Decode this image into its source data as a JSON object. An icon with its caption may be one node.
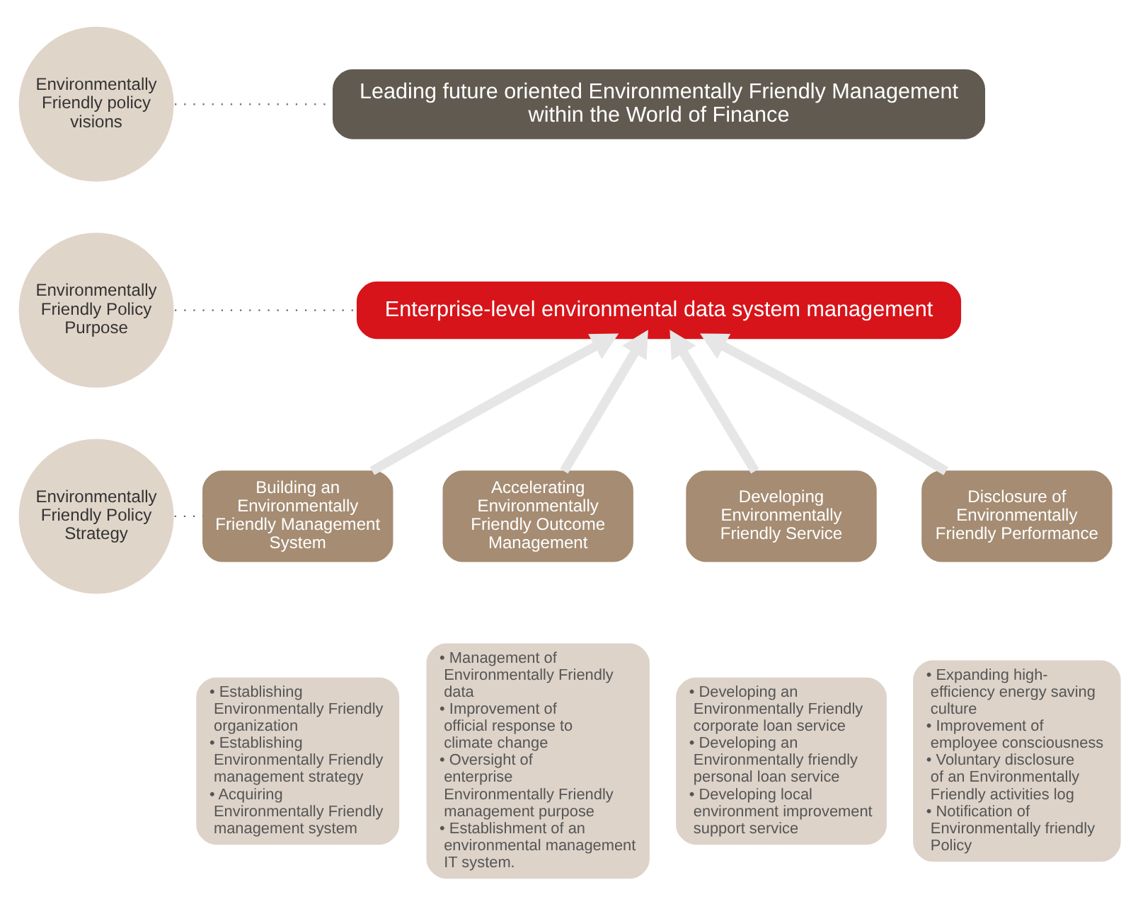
{
  "diagram": {
    "nodes": [
      {
        "text": [
          "Environmentally Friendly policy visions"
        ]
      },
      {
        "text": [
          "Environmentally Friendly Policy Purpose"
        ]
      },
      {
        "text": [
          "Environmentally Friendly Policy Strategy"
        ]
      },
      {
        "text": [
          "Leading future oriented Environmentally Friendly Management within the World of Finance"
        ]
      },
      {
        "text": [
          "Enterprise-level environmental data system management"
        ]
      },
      {
        "text": [
          "Building an Environmentally Friendly Management System"
        ]
      },
      {
        "text": [
          "Accelerating Environmentally Friendly Outcome Management"
        ]
      },
      {
        "text": [
          "Developing Environmentally Friendly Service"
        ]
      },
      {
        "text": [
          "Disclosure of Environmentally Friendly Performance"
        ]
      },
      {
        "text": [
          "• Establishing Environmentally Friendly organization",
          "• Establishing Environmentally Friendly management strategy",
          "• Acquiring Environmentally Friendly management system"
        ]
      },
      {
        "text": [
          "• Management of Environmentally Friendly data",
          "• Improvement of official response to climate change",
          "• Oversight of enterprise Environmentally Friendly management purpose",
          "• Establishment of an environmental management IT system."
        ]
      },
      {
        "text": [
          "• Developing an Environmentally Friendly corporate loan service",
          "• Developing an Environmentally friendly personal loan service",
          "• Developing local environment improvement support service"
        ]
      },
      {
        "text": [
          "• Expanding high-efficiency energy saving culture",
          "• Improvement of employee consciousness",
          "• Voluntary disclosure of an Environmentally Friendly activities log",
          "• Notification of Environmentally friendly Policy"
        ]
      }
    ],
    "edges": [
      {
        "from": 0,
        "to": 3,
        "arrow": "none",
        "style": "dashed",
        "color": "#666666"
      },
      {
        "from": 1,
        "to": 4,
        "arrow": "none",
        "style": "dashed",
        "color": "#666666"
      },
      {
        "from": 2,
        "to": 5,
        "arrow": "none",
        "style": "dashed",
        "color": "#666666"
      },
      {
        "from": 5,
        "to": 4,
        "arrow": "to"
      },
      {
        "from": 6,
        "to": 4,
        "arrow": "to"
      },
      {
        "from": 7,
        "to": 4,
        "arrow": "to"
      },
      {
        "from": 8,
        "to": 4,
        "arrow": "to"
      }
    ]
  }
}
